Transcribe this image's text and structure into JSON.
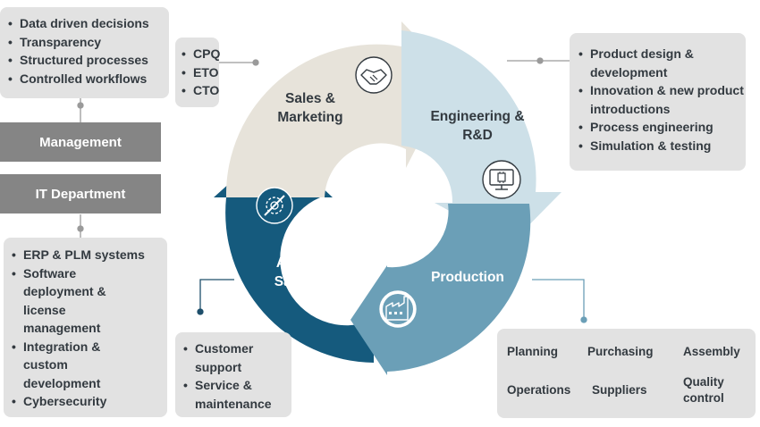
{
  "colors": {
    "sales": "#e7e3da",
    "engineering": "#cde0e8",
    "production": "#6b9fb7",
    "after_sales": "#155a7d",
    "box": "#e2e2e2",
    "dept": "#858585",
    "text": "#333a40"
  },
  "top_left_list": [
    "Data driven decisions",
    "Transparency",
    "Structured processes",
    "Controlled workflows"
  ],
  "management_label": "Management",
  "it_label": "IT Department",
  "it_list": [
    "ERP & PLM systems",
    "Software deployment & license management",
    "Integration & custom development",
    "Cybersecurity"
  ],
  "sales_list": [
    "CPQ",
    "ETO",
    "CTO"
  ],
  "engineering_list": [
    "Product design & development",
    "Innovation & new product introductions",
    "Process engineering",
    "Simulation & testing"
  ],
  "after_sales_list": [
    "Customer support",
    "Service & maintenance"
  ],
  "segments": {
    "sales": "Sales & Marketing",
    "engineering": "Engineering & R&D",
    "production": "Production",
    "after_sales": "After Sales"
  },
  "icons": {
    "sales": "handshake-icon",
    "engineering": "computer-chip-icon",
    "production": "factory-icon",
    "after_sales": "wrench-gear-icon"
  },
  "production_flow": {
    "planning": "Planning",
    "purchasing": "Purchasing",
    "assembly": "Assembly",
    "operations": "Operations",
    "suppliers": "Suppliers",
    "quality_control": "Quality control"
  }
}
